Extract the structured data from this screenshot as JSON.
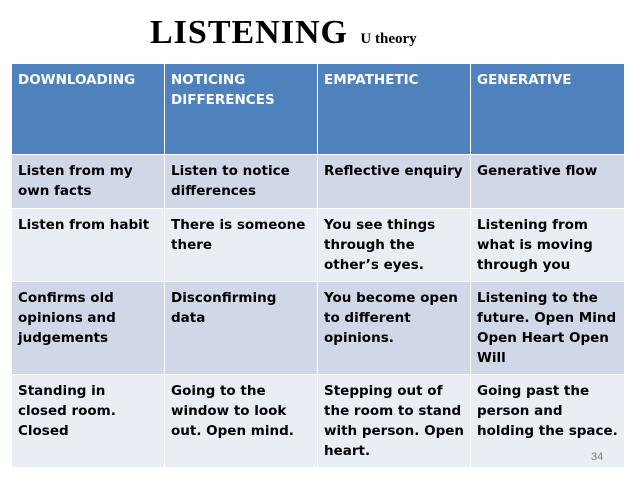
{
  "title": {
    "main": "LISTENING",
    "sub": "U theory"
  },
  "table": {
    "headers": [
      "DOWNLOADING",
      "NOTICING DIFFERENCES",
      "EMPATHETIC",
      "GENERATIVE"
    ],
    "rows": [
      [
        "Listen from my own facts",
        "Listen to notice differences",
        "Reflective enquiry",
        "Generative flow"
      ],
      [
        "Listen from habit",
        "There is someone there",
        "You see things through the other’s eyes.",
        "Listening from what is moving through you"
      ],
      [
        "Confirms old opinions and judgements",
        "Disconfirming data",
        "You become open to different opinions.",
        "Listening to the future.  Open Mind Open Heart Open Will"
      ],
      [
        "Standing in closed room. Closed",
        "Going to the window to look out. Open mind.",
        "Stepping out of the room to stand with person. Open heart.",
        "Going past the person and holding the space."
      ]
    ]
  },
  "page_number": "34",
  "colors": {
    "header_bg": "#4f81bd",
    "row_odd": "#d0d8e8",
    "row_even": "#e9edf4"
  }
}
